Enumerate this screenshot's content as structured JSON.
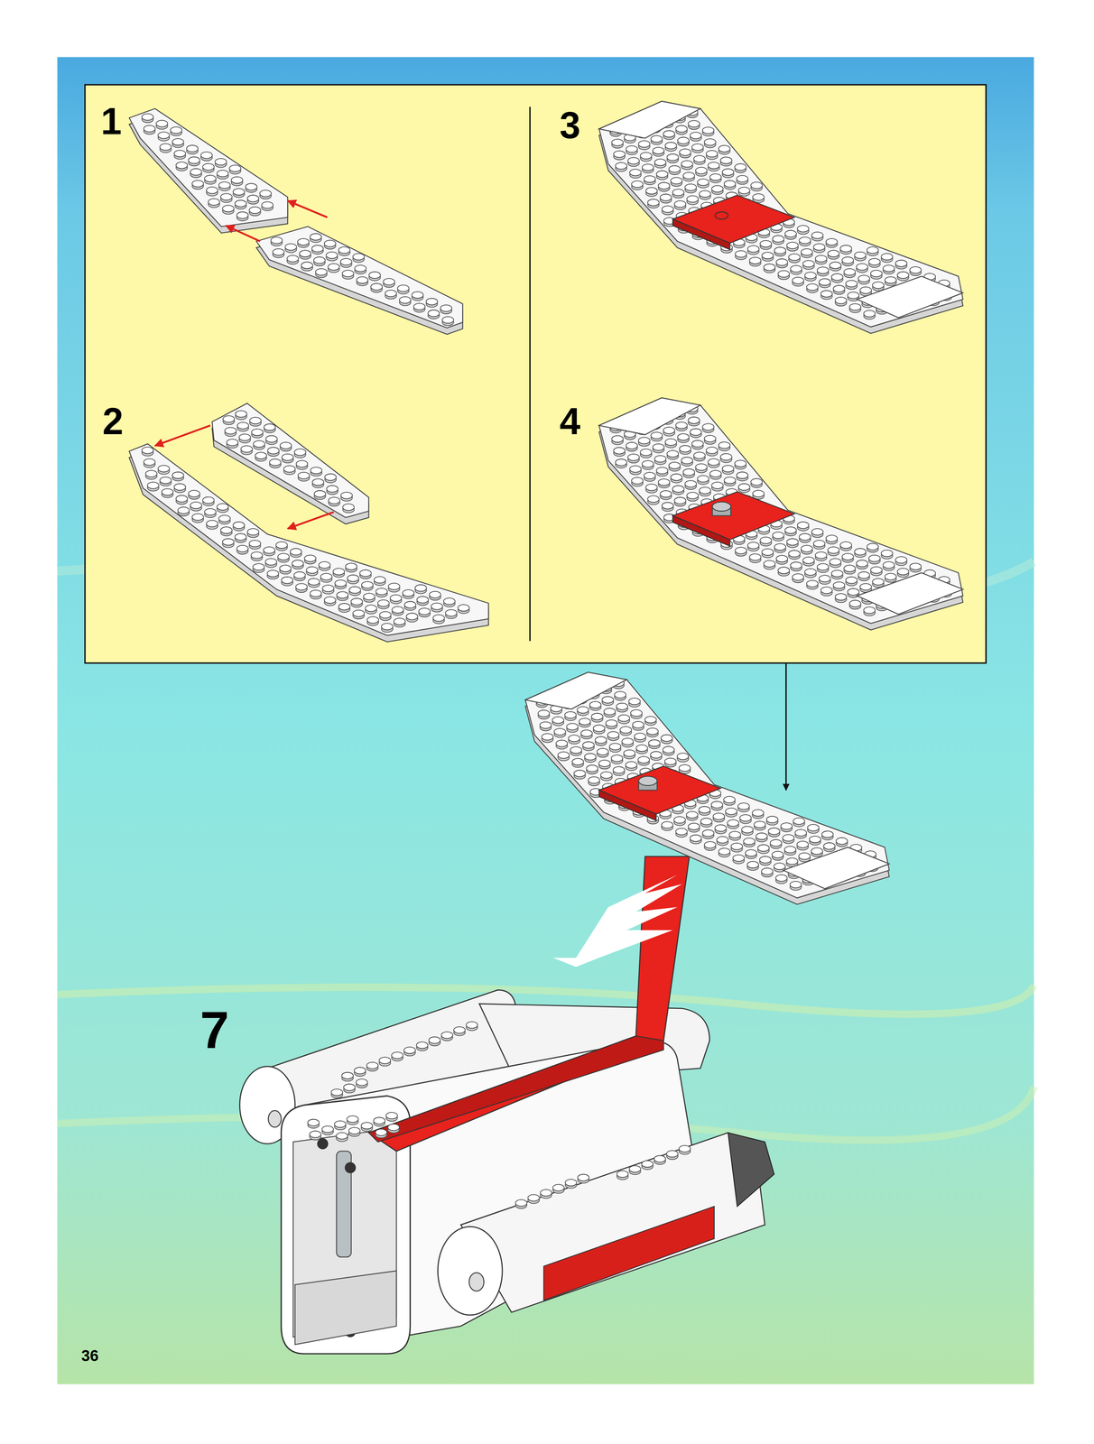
{
  "diagram": {
    "labels": [
      "1",
      "2",
      "3",
      "4",
      "7",
      "36"
    ]
  }
}
